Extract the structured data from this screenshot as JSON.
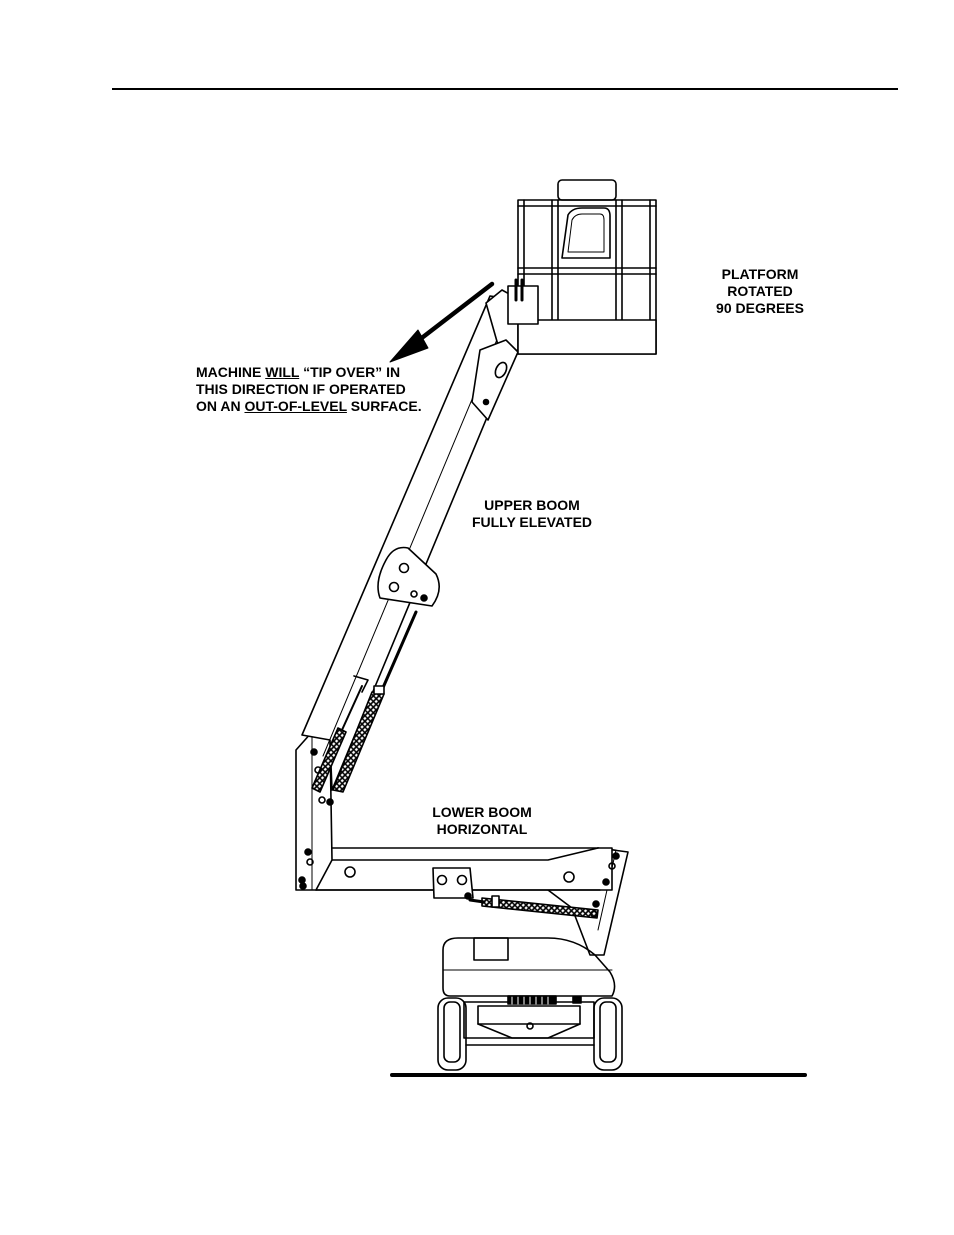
{
  "labels": {
    "platform": [
      "PLATFORM",
      "ROTATED",
      "90 DEGREES"
    ],
    "tip_over": {
      "line1": {
        "a": "MACHINE ",
        "u": "WILL",
        "b": " “TIP OVER” IN"
      },
      "line2": "THIS DIRECTION IF  OPERATED",
      "line3": {
        "a": "ON AN ",
        "u": "OUT-OF-LEVEL",
        "b": " SURFACE."
      }
    },
    "upper_boom": [
      "UPPER BOOM",
      "FULLY ELEVATED"
    ],
    "lower_boom": [
      "LOWER BOOM",
      "HORIZONTAL"
    ]
  }
}
